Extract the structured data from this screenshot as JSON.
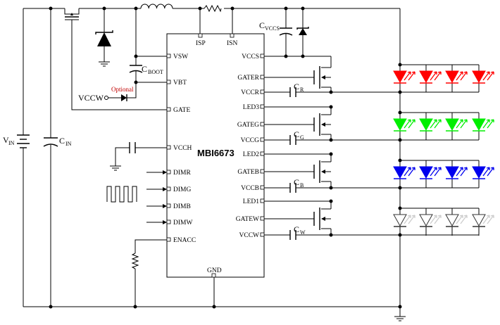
{
  "chip": {
    "name": "MBI6673",
    "left_pins": [
      "VSW",
      "VBT",
      "GATE",
      "VCCH",
      "DIMR",
      "DIMG",
      "DIMB",
      "DIMW",
      "ENACC"
    ],
    "top_pins": [
      "ISP",
      "ISN"
    ],
    "right_pins": [
      "VCCS",
      "GATER",
      "VCCR",
      "LED3",
      "GATEG",
      "VCCG",
      "LED2",
      "GATEB",
      "VCCB",
      "LED1",
      "GATEW",
      "VCCW"
    ],
    "bottom_pins": [
      "GND"
    ]
  },
  "labels": {
    "vin": "V",
    "vin_sub": "IN",
    "cin": "C",
    "cin_sub": "IN",
    "cboot": "C",
    "cboot_sub": "BOOT",
    "cvccs": "C",
    "cvccs_sub": "VCCS",
    "vccw_in": "VCCW",
    "optional": "Optional",
    "cr": "C",
    "cr_sub": "R",
    "cg": "C",
    "cg_sub": "G",
    "cb": "C",
    "cb_sub": "B",
    "cw": "C",
    "cw_sub": "W"
  },
  "led_strings": [
    {
      "name": "red",
      "color": "#ff0000",
      "count": 4
    },
    {
      "name": "green",
      "color": "#00ee00",
      "count": 4
    },
    {
      "name": "blue",
      "color": "#0000ee",
      "count": 4
    },
    {
      "name": "white",
      "color": "#ffffff",
      "count": 4
    }
  ]
}
